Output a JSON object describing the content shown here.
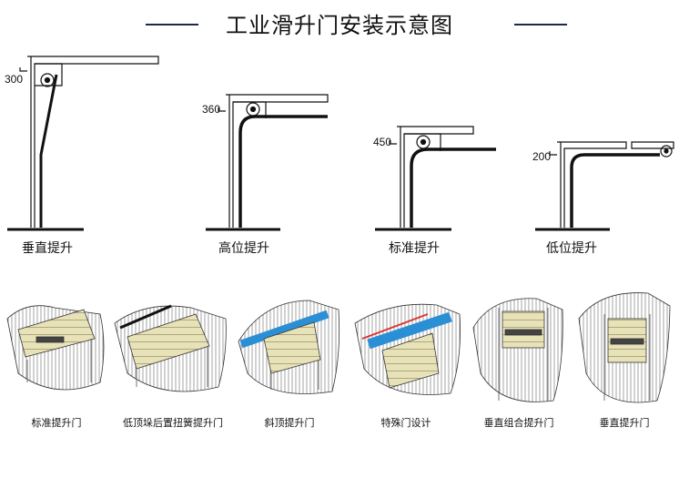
{
  "title": "工业滑升门安装示意图",
  "lift_types": [
    {
      "label": "垂直提升",
      "dimension": "300"
    },
    {
      "label": "高位提升",
      "dimension": "360"
    },
    {
      "label": "标准提升",
      "dimension": "450"
    },
    {
      "label": "低位提升",
      "dimension": "200"
    }
  ],
  "door_types": [
    {
      "label": "标准提升门"
    },
    {
      "label": "低顶垛后置扭簧提升门"
    },
    {
      "label": "斜顶提升门"
    },
    {
      "label": "特殊门设计"
    },
    {
      "label": "垂直组合提升门"
    },
    {
      "label": "垂直提升门"
    }
  ],
  "colors": {
    "line": "#1b2a4a",
    "door": "#e8e2b8",
    "shaft": "#2b8fd6"
  }
}
